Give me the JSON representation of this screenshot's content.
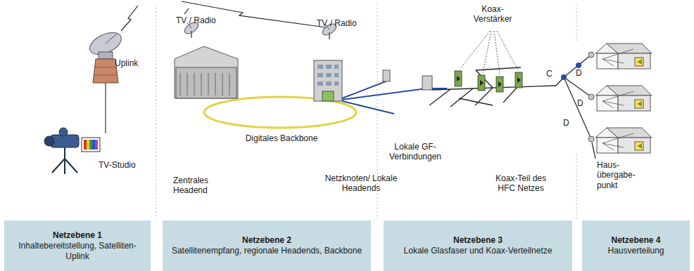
{
  "diagram": {
    "nodes": [
      {
        "text": [
          "Netzebene 1",
          "Inhaltebereitstellung, Satelliten-Uplink"
        ]
      },
      {
        "text": [
          "Netzebene 2",
          "Satellitenempfang, regionale Headends, Backbone"
        ]
      },
      {
        "text": [
          "Netzebene 3",
          "Lokale Glasfaser und Koax-Verteilnetze"
        ]
      },
      {
        "text": [
          "Netzebene 4",
          "Hausverteilung"
        ]
      }
    ],
    "labels": [
      "Uplink",
      "TV-Studio",
      "TV / Radio",
      "TV / Radio",
      "Digitales Backbone",
      "Zentrales Headend",
      "Netzknoten/ Lokale Headends",
      "Lokale GF-Verbindungen",
      "Koax-Verstärker",
      "Koax-Teil des HFC Netzes",
      "C",
      "D",
      "D",
      "D",
      "Haus- übergabe- punkt"
    ]
  }
}
